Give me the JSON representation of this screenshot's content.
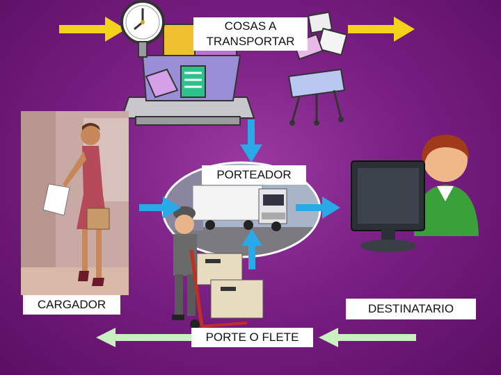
{
  "labels": {
    "cosas": "COSAS A TRANSPORTAR",
    "porteador": "PORTEADOR",
    "cargador": "CARGADOR",
    "destinatario": "DESTINATARIO",
    "porte": "PORTE O FLETE"
  },
  "colors": {
    "background": "#7a1f84",
    "arrow_yellow": "#f2d21a",
    "arrow_blue": "#2aa9e8",
    "arrow_green": "#c8f0c0"
  }
}
